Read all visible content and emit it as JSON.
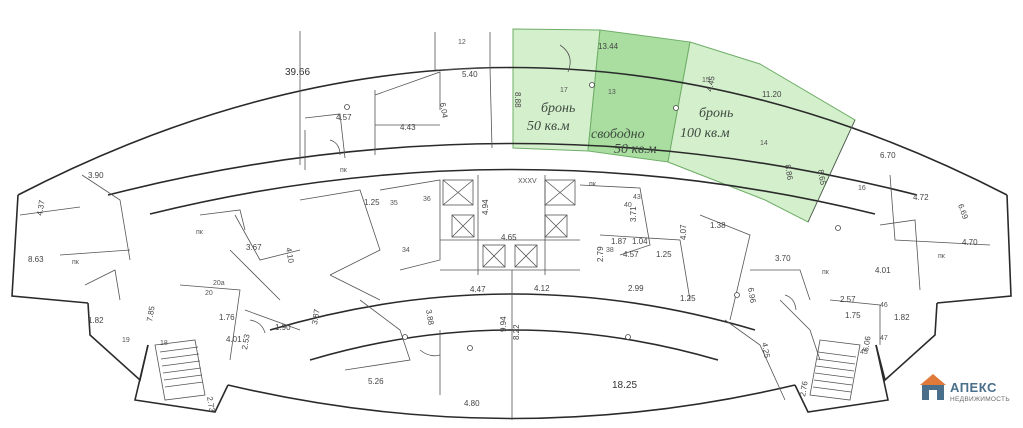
{
  "highlights": {
    "left": {
      "line1": "бронь",
      "line2": "50 кв.м"
    },
    "center": {
      "line1": "свободно",
      "line2": "50 кв.м"
    },
    "right": {
      "line1": "бронь",
      "line2": "100 кв.м"
    },
    "colors": {
      "reserved": "#d4efcc",
      "free": "#a9dea0",
      "border": "#6fae68"
    }
  },
  "dimensions": {
    "d39_66": "39.66",
    "d13_44": "13.44",
    "d8_88": "8.88",
    "d5_40": "5.40",
    "d11_20": "11.20",
    "d4_45": "4.45",
    "d6_04": "6.04",
    "d4_57": "4.57",
    "d4_43": "4.43",
    "d8_86": "8.86",
    "d8_65": "8.65",
    "d6_70": "6.70",
    "d4_72": "4.72",
    "d6_69": "6.69",
    "d4_70": "4.70",
    "d4_01": "4.01",
    "d3_90": "3.90",
    "d4_37": "4.37",
    "d8_63": "8.63",
    "d1_25a": "1.25",
    "d4_94": "4.94",
    "d4_65": "4.65",
    "d3_71": "3.71",
    "d4_07": "4.07",
    "d1_87": "1.87",
    "d1_04": "1.04",
    "d4_57b": "4.57",
    "d1_25b": "1.25",
    "d2_79": "2.79",
    "d2_99": "2.99",
    "d1_25c": "1.25",
    "d1_38": "1.38",
    "d3_70": "3.70",
    "d6_96": "6.96",
    "d2_57": "2.57",
    "d1_82a": "1.82",
    "d1_82b": "1.82",
    "d3_67": "3.67",
    "d4_10": "4.10",
    "d4_47": "4.47",
    "d4_12": "4.12",
    "d9_94": "9.94",
    "d8_22": "8.22",
    "d3_88": "3.88",
    "d3_87": "3.87",
    "d7_85": "7.85",
    "d4_01b": "4.01",
    "d2_53": "2.53",
    "d1_76": "1.76",
    "d2_73": "2.73",
    "d5_26": "5.26",
    "d4_80": "4.80",
    "d18_25": "18.25",
    "d2_76": "2.76",
    "d4_25": "4.25",
    "d6_06": "6.06",
    "d1_75": "1.75",
    "d1_90": "1.90"
  },
  "marks": {
    "pk": "пк",
    "room_numbers": [
      "13",
      "17",
      "15",
      "12",
      "14",
      "16",
      "18",
      "19",
      "20",
      "34",
      "35",
      "36",
      "38",
      "40",
      "43",
      "45",
      "46",
      "47",
      "20а",
      "XXXV"
    ]
  },
  "logo": {
    "name": "АПЕКС",
    "sub": "НЕДВИЖИМОСТЬ",
    "color": "#4a6f8a"
  }
}
